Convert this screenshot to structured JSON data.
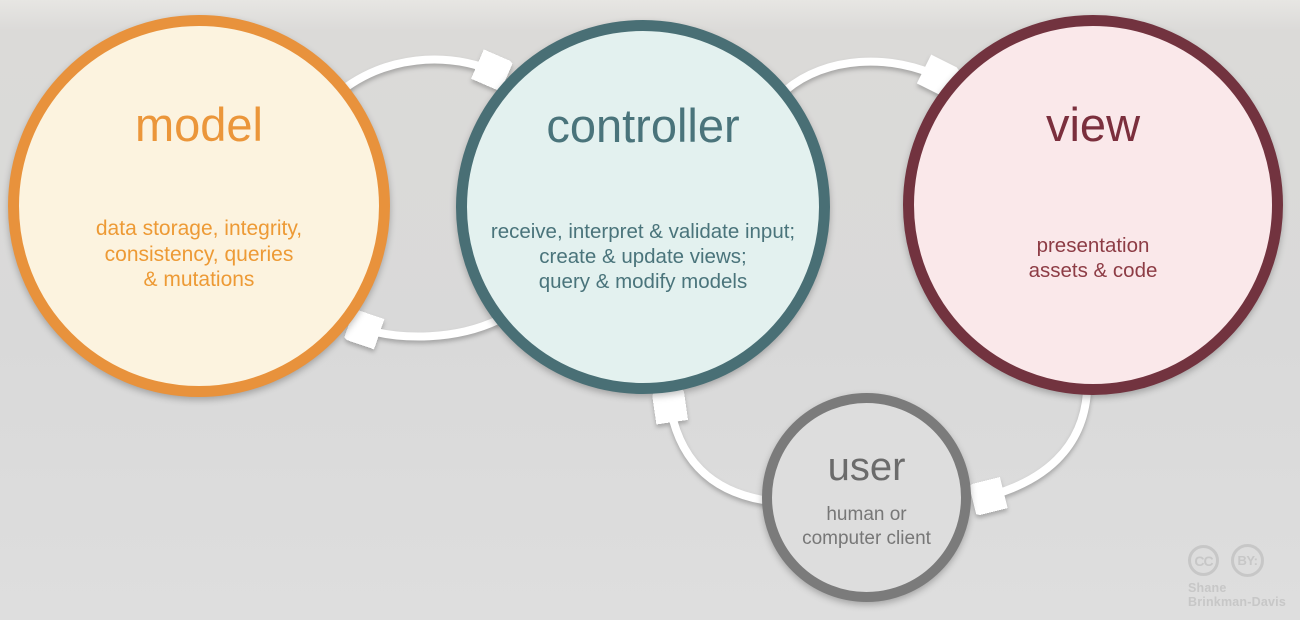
{
  "diagram_type": "mvc-architecture-cycle",
  "nodes": [
    {
      "id": "model",
      "label": "model",
      "desc_lines": [
        "data storage, integrity,",
        "consistency, queries",
        "& mutations"
      ],
      "border_color": "#E8923C",
      "fill_color": "#FCF3DF",
      "text_color": "#EB963A"
    },
    {
      "id": "controller",
      "label": "controller",
      "desc_lines": [
        "receive, interpret & validate input;",
        "create & update views;",
        "query & modify models"
      ],
      "border_color": "#496F75",
      "fill_color": "#E3F1EF",
      "text_color": "#4A747B"
    },
    {
      "id": "view",
      "label": "view",
      "desc_lines": [
        "presentation",
        "assets & code"
      ],
      "border_color": "#72333F",
      "fill_color": "#FAE8EA",
      "text_color": "#7B2F3D"
    },
    {
      "id": "user",
      "label": "user",
      "desc_lines": [
        "human or",
        "computer client"
      ],
      "border_color": "#7B7B7B",
      "fill_color": "#DDDDDD",
      "text_color": "#6B6B6B"
    }
  ],
  "edges": [
    {
      "from": "model",
      "to": "controller"
    },
    {
      "from": "controller",
      "to": "view"
    },
    {
      "from": "controller",
      "to": "model"
    },
    {
      "from": "view",
      "to": "user"
    },
    {
      "from": "user",
      "to": "controller"
    }
  ],
  "edge_color": "#FFFFFF",
  "background_color": "#D9D9D9",
  "attribution": {
    "badge_cc": "CC",
    "badge_by": "BY:",
    "author_line1": "Shane",
    "author_line2": "Brinkman-Davis",
    "color": "#C7C7C7"
  }
}
